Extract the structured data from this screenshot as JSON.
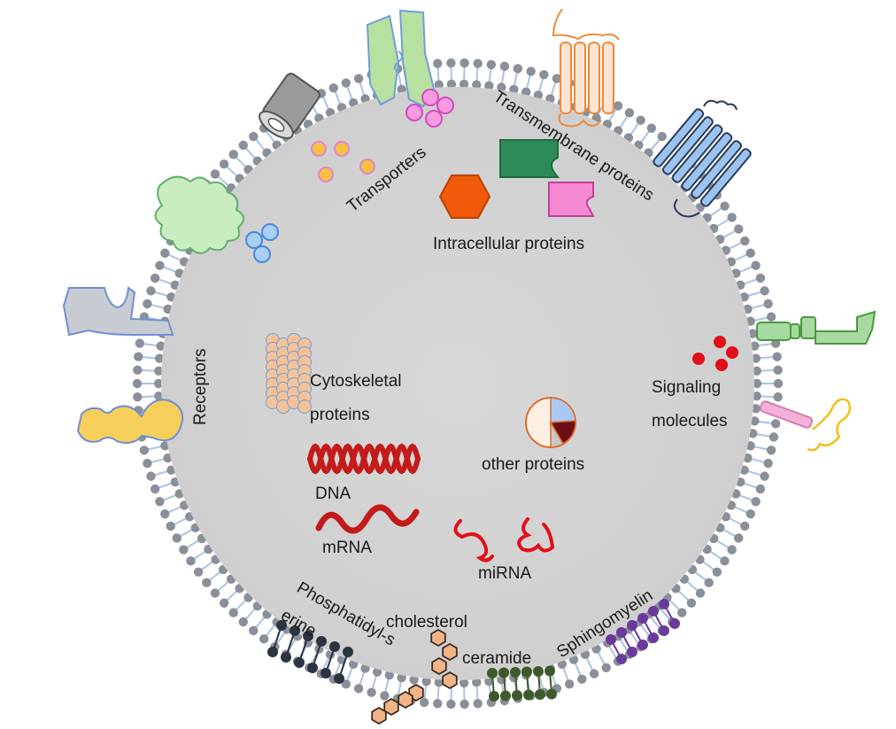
{
  "colors": {
    "cytoplasm": "#d3d3d3",
    "membrane_head": "#8a8f99",
    "membrane_tail": "#a9c4e4",
    "transporter": "#b8e0a0",
    "transmembrane_orange": "#f0a35a",
    "transmembrane_blue": "#9cc3f0",
    "receptor_grey": "#c8ccd2",
    "receptor_yellow": "#f6cf5a",
    "signal_red": "#e0101a",
    "dna_red": "#c41a1a",
    "cholesterol": "#f2b487",
    "ceramide": "#3e5a2a",
    "sphingomyelin": "#6a3a9a",
    "phosphatidylserine": "#2b3440"
  },
  "labels": {
    "transporters": "Transporters",
    "transmembrane": "Transmembrane  proteins",
    "intracellular": "Intracellular  proteins",
    "receptors": "Receptors",
    "cytoskeletal_line1": "Cytoskeletal",
    "cytoskeletal_line2": "proteins",
    "signaling_line1": "Signaling",
    "signaling_line2": "molecules",
    "other": "other  proteins",
    "dna": "DNA",
    "mrna": "mRNA",
    "mirna": "miRNA",
    "phosphatidylserine_line1": "Phosphatidyl-s",
    "phosphatidylserine_line2": "erine",
    "cholesterol": "cholesterol",
    "ceramide": "ceramide",
    "sphingomyelin": "Sphingomyelin"
  }
}
